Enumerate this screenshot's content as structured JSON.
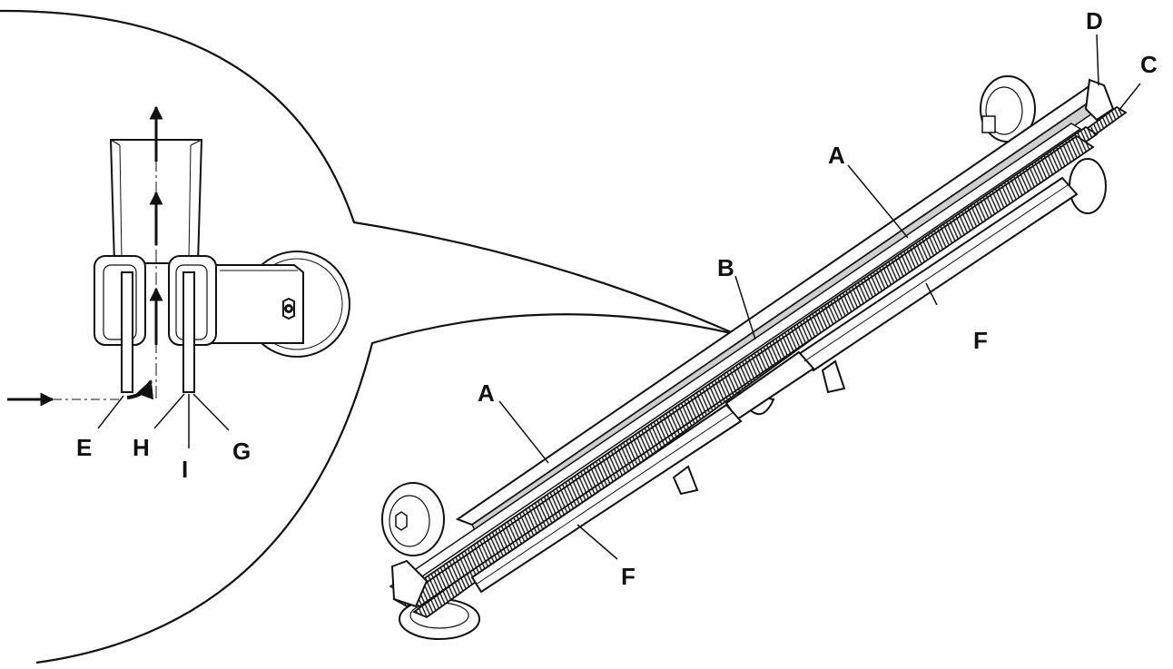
{
  "labels": {
    "A_top": "A",
    "A_bottom": "A",
    "B": "B",
    "C": "C",
    "D": "D",
    "E": "E",
    "F_top": "F",
    "F_bottom": "F",
    "G": "G",
    "H": "H",
    "I": "I"
  },
  "colors": {
    "ink": "#111111",
    "background": "#ffffff",
    "shade": "#cfcfcf"
  }
}
